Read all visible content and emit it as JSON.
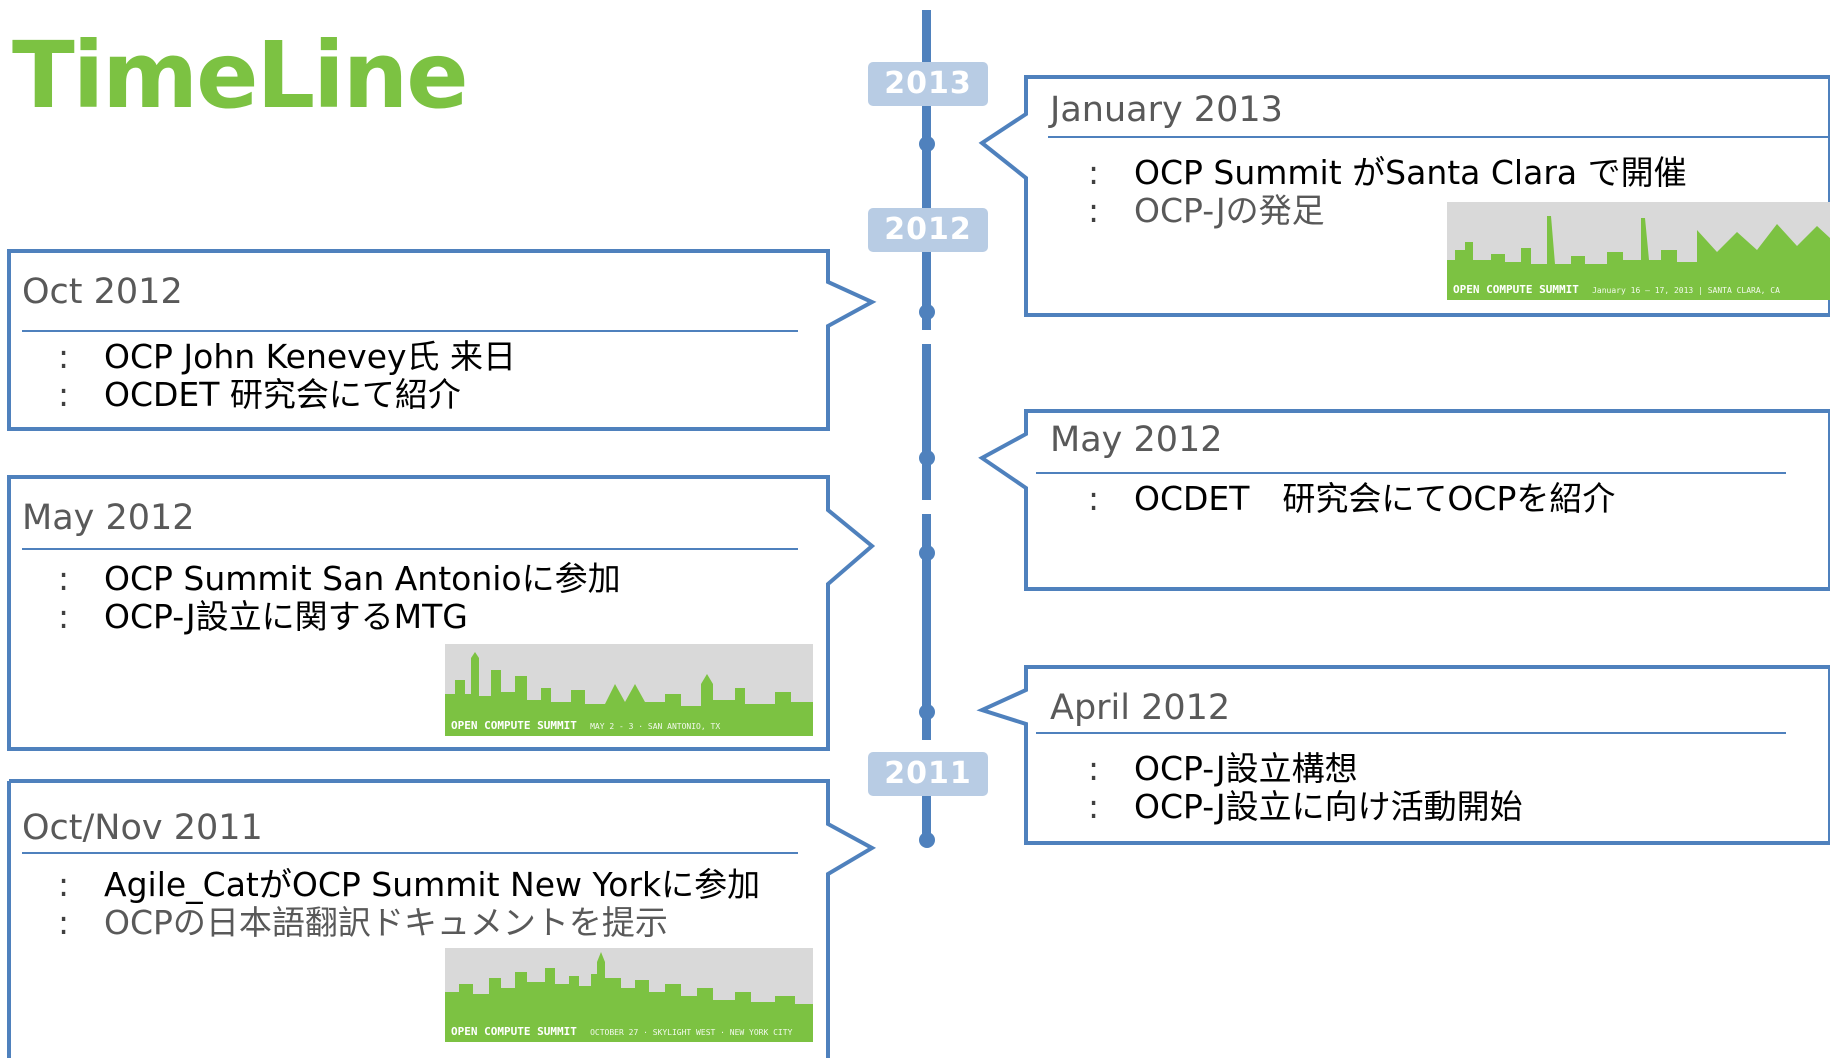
{
  "title": "TimeLine",
  "colors": {
    "title": "#7cc242",
    "accent": "#4f81bd",
    "year_badge": "#b8cce4",
    "banner_green": "#7cc242"
  },
  "years": [
    "2013",
    "2012",
    "2011"
  ],
  "events": {
    "jan2013": {
      "date": "January 2013",
      "items": [
        "OCP Summit がSanta Clara で開催",
        "OCP-Jの発足"
      ],
      "banner": {
        "title": "OPEN COMPUTE SUMMIT",
        "detail": "January 16 — 17, 2013 | SANTA CLARA, CA"
      }
    },
    "oct2012": {
      "date": "Oct 2012",
      "items": [
        "OCP John Kenevey氏 来日",
        "OCDET 研究会にて紹介"
      ]
    },
    "may2012_right": {
      "date": "May 2012",
      "items": [
        "OCDET　研究会にてOCPを紹介"
      ]
    },
    "may2012_left": {
      "date": "May 2012",
      "items": [
        "OCP Summit San Antonioに参加",
        "OCP-J設立に関するMTG"
      ],
      "banner": {
        "title": "OPEN COMPUTE SUMMIT",
        "detail": "MAY 2 - 3 · SAN ANTONIO, TX"
      }
    },
    "apr2012": {
      "date": "April 2012",
      "items": [
        "OCP-J設立構想",
        "OCP-J設立に向け活動開始"
      ]
    },
    "octnov2011": {
      "date": "Oct/Nov 2011",
      "items": [
        "Agile_CatがOCP Summit New Yorkに参加",
        "OCPの日本語翻訳ドキュメントを提示"
      ],
      "banner": {
        "title": "OPEN COMPUTE SUMMIT",
        "detail": "OCTOBER 27 · SKYLIGHT WEST · NEW YORK CITY"
      }
    }
  }
}
